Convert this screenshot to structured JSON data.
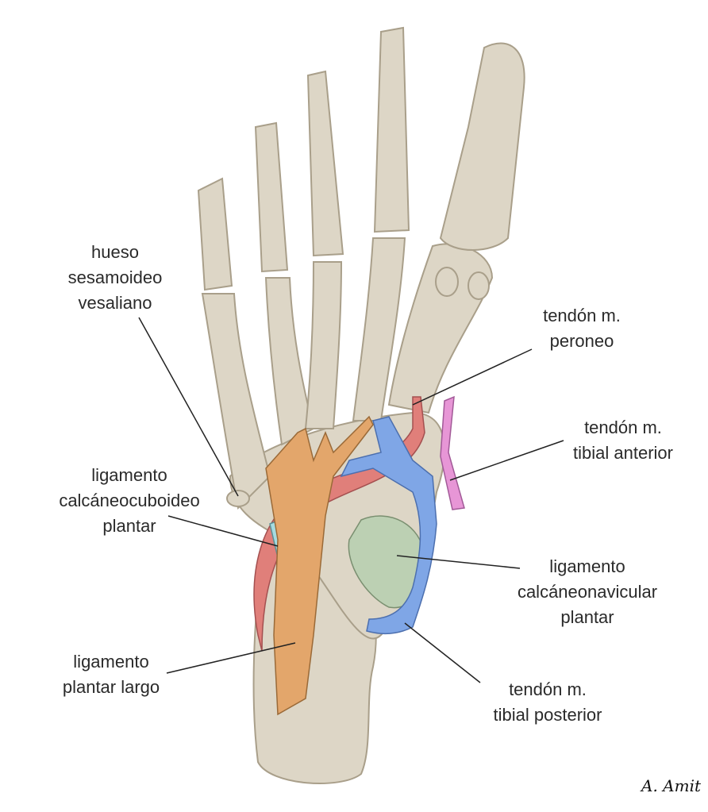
{
  "labels": {
    "sesamoid": [
      "hueso",
      "sesamoideo",
      "vesaliano"
    ],
    "peroneus": [
      "tendón m.",
      "peroneo"
    ],
    "tibialis_anterior": [
      "tendón m.",
      "tibial anterior"
    ],
    "calcaneocuboid": [
      "ligamento",
      "calcáneocuboideo",
      "plantar"
    ],
    "calcaneonavicular": [
      "ligamento",
      "calcáneonavicular",
      "plantar"
    ],
    "long_plantar": [
      "ligamento",
      "plantar largo"
    ],
    "tibialis_posterior": [
      "tendón m.",
      "tibial posterior"
    ]
  },
  "signature": "A. Amit",
  "colors": {
    "bone": "#ddd6c6",
    "bone_edge": "#a99f8a",
    "long_plantar_ligament": "#e3a66b",
    "peroneus_tendon": "#e07f7a",
    "tibialis_anterior_tendon": "#e796d6",
    "tibialis_posterior_tendon": "#7fa6e6",
    "calcaneonavicular_ligament": "#bcd0b3",
    "calcaneocuboid_ligament": "#a6dbe0"
  }
}
